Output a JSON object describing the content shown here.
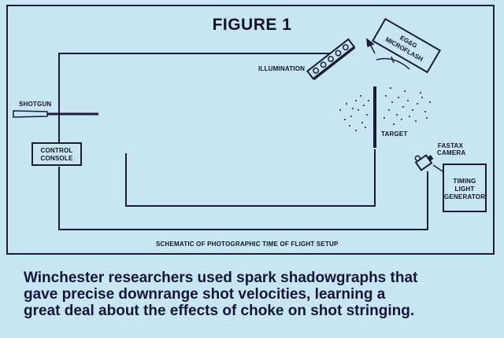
{
  "figure": {
    "title": "FIGURE 1",
    "subtitle": "SCHEMATIC OF PHOTOGRAPHIC TIME OF FLIGHT SETUP"
  },
  "labels": {
    "shotgun": "SHOTGUN",
    "control_console": [
      "CONTROL",
      "CONSOLE"
    ],
    "illumination": "ILLUMINATION",
    "microflash": [
      "EG&G",
      "MICROFLASH"
    ],
    "target": "TARGET",
    "fastax_camera": [
      "FASTAX",
      "CAMERA"
    ],
    "timing_light_generator": [
      "TIMING",
      "LIGHT",
      "GENERATOR"
    ]
  },
  "caption": [
    "Winchester researchers used spark shadowgraphs that",
    "gave precise downrange shot velocities, learning a",
    "great  deal about the effects of choke on shot stringing."
  ],
  "colors": {
    "background": "#c7e6f2",
    "ink": "#1a1d3a"
  }
}
